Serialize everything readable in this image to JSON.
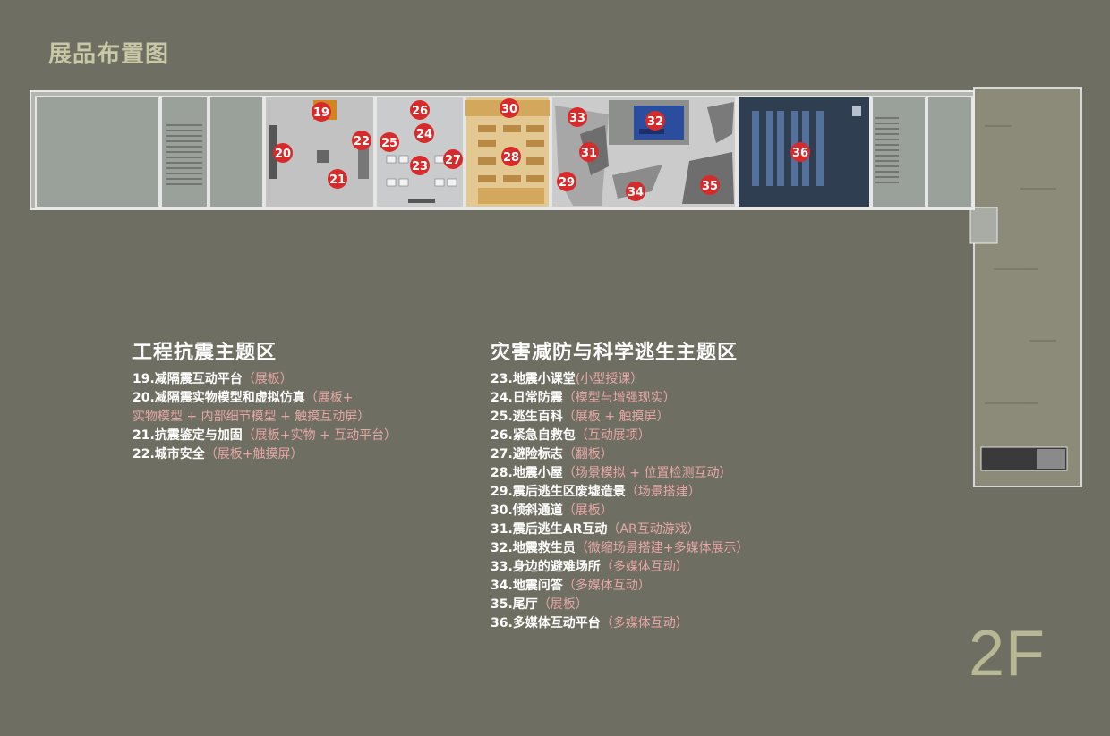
{
  "title": "展品布置图",
  "floor": "2F",
  "colors": {
    "background": "#6e6f62",
    "title": "#c9c8a6",
    "marker": "#d72a2a",
    "tag_text": "#e7a6a6"
  },
  "markers": [
    "19",
    "20",
    "21",
    "22",
    "23",
    "24",
    "25",
    "26",
    "27",
    "28",
    "29",
    "30",
    "31",
    "32",
    "33",
    "34",
    "35",
    "36"
  ],
  "legend": {
    "left": {
      "title": "工程抗震主题区",
      "items": [
        {
          "text": "19.减隔震互动平台",
          "tag": "（展板）"
        },
        {
          "text": "20.减隔震实物模型和虚拟仿真",
          "tag": "（展板+"
        },
        {
          "text": "",
          "tag": "实物模型 + 内部细节模型 + 触摸互动屏）"
        },
        {
          "text": "21.抗震鉴定与加固",
          "tag": "（展板+实物 + 互动平台）"
        },
        {
          "text": "22.城市安全",
          "tag": "（展板+触摸屏）"
        }
      ]
    },
    "right": {
      "title": "灾害减防与科学逃生主题区",
      "items": [
        {
          "text": "23.地震小课堂",
          "tag": "(小型授课）"
        },
        {
          "text": "24.日常防震",
          "tag": "（模型与增强现实）"
        },
        {
          "text": "25.逃生百科",
          "tag": "（展板 + 触摸屏）"
        },
        {
          "text": "26.紧急自救包",
          "tag": "（互动展项）"
        },
        {
          "text": "27.避险标志",
          "tag": "（翻板）"
        },
        {
          "text": "28.地震小屋",
          "tag": "（场景模拟 + 位置检测互动）"
        },
        {
          "text": "29.震后逃生区废墟造景",
          "tag": "（场景搭建）"
        },
        {
          "text": "30.倾斜通道",
          "tag": "（展板）"
        },
        {
          "text": "31.震后逃生AR互动",
          "tag": "（AR互动游戏）"
        },
        {
          "text": "32.地震救生员",
          "tag": "（微缩场景搭建+多媒体展示）"
        },
        {
          "text": "33.身边的避难场所",
          "tag": "（多媒体互动）"
        },
        {
          "text": "34.地震问答",
          "tag": "（多媒体互动）"
        },
        {
          "text": "35.尾厅",
          "tag": "（展板）"
        },
        {
          "text": "36.多媒体互动平台",
          "tag": "（多媒体互动）"
        }
      ]
    }
  }
}
